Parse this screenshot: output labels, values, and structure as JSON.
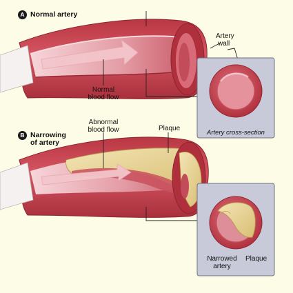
{
  "panel_a": {
    "badge": "A",
    "title": "Normal artery",
    "label_wall_1": "Artery",
    "label_wall_2": "wall",
    "label_flow_1": "Normal",
    "label_flow_2": "blood flow",
    "inset_caption": "Artery cross-section"
  },
  "panel_b": {
    "badge": "B",
    "title_1": "Narrowing",
    "title_2": "of artery",
    "label_abnormal_1": "Abnormal",
    "label_abnormal_2": "blood flow",
    "label_plaque": "Plaque",
    "label_narrowed_1": "Narrowed",
    "label_narrowed_2": "artery",
    "label_plaque_inset": "Plaque"
  },
  "colors": {
    "background": "#fdfce6",
    "artery_outer": "#c2424f",
    "artery_inner": "#a12b38",
    "lumen": "#de8e98",
    "plaque": "#ead59a",
    "inset_panel": "#c8cad9"
  }
}
